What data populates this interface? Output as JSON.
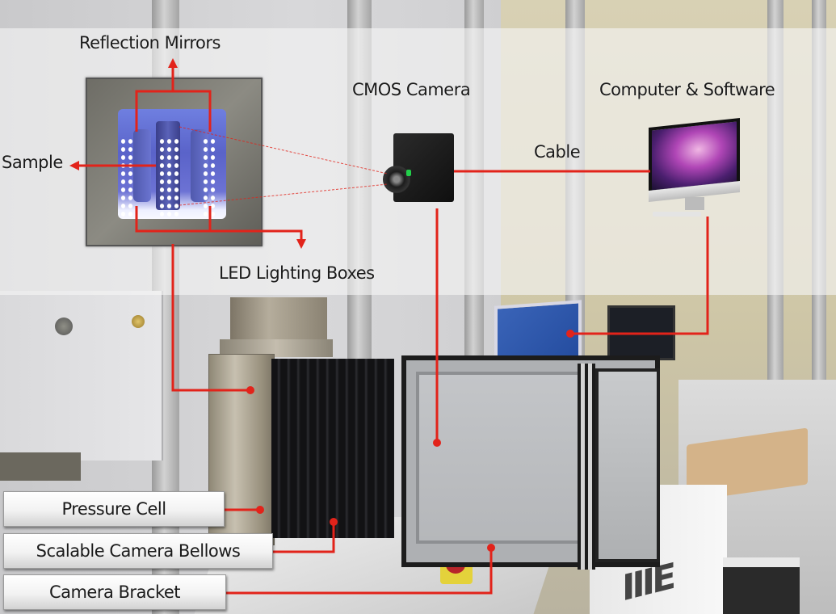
{
  "figure": {
    "description": "Annotated photograph of an optical imaging setup for a triaxial pressure cell",
    "accent_color": "#e2231a",
    "overlay_color": "rgba(245,245,245,0.62)",
    "labels": {
      "reflection_mirrors": "Reflection Mirrors",
      "cmos_camera": "CMOS Camera",
      "computer_software": "Computer & Software",
      "sample": "Sample",
      "cable": "Cable",
      "led_lighting_boxes": "LED Lighting Boxes",
      "pressure_cell": "Pressure Cell",
      "scalable_camera_bellows": "Scalable Camera Bellows",
      "camera_bracket": "Camera Bracket"
    },
    "callout_boxes": [
      {
        "id": "pressure_cell",
        "label": "Pressure Cell"
      },
      {
        "id": "scalable_camera_bellows",
        "label": "Scalable Camera Bellows"
      },
      {
        "id": "camera_bracket",
        "label": "Camera Bracket"
      }
    ],
    "components": [
      "window-inset",
      "cmos-camera",
      "imac-computer",
      "pressure-cell",
      "bellows",
      "camera-bracket-box",
      "laptop",
      "monitor",
      "emergency-stop"
    ]
  }
}
